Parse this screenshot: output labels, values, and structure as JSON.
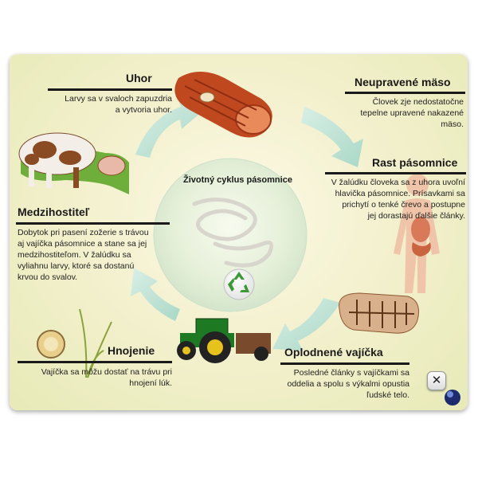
{
  "diagram": {
    "center_title": "Životný cyklus pásomnice",
    "stages": {
      "uhor": {
        "title": "Uhor",
        "text": [
          "Larvy sa v svaloch zapuzdria",
          "a vytvoria uhor."
        ]
      },
      "neupravene": {
        "title": "Neupravené mäso",
        "text": [
          "Človek zje nedostatočne",
          "tepelne upravené nakazené",
          "mäso."
        ]
      },
      "rast": {
        "title": "Rast pásomnice",
        "text": [
          "V žalúdku človeka sa z uhora uvoľní",
          "hlavička pásomnice. Prísavkami sa",
          "prichytí o tenké črevo a postupne",
          "jej dorastajú ďalšie články."
        ]
      },
      "oplodnene": {
        "title": "Oplodnené vajíčka",
        "text": [
          "Posledné články s vajíčkami sa",
          "oddelia a spolu s výkalmi opustia",
          "ľudské telo."
        ]
      },
      "hnojenie": {
        "title": "Hnojenie",
        "text": [
          "Vajíčka sa môžu dostať na trávu pri",
          "hnojení lúk."
        ]
      },
      "medzihostitel": {
        "title": "Medzihostiteľ",
        "text": [
          "Dobytok pri pasení zožerie s trávou",
          "aj vajíčka pásomnice a stane sa jej",
          "medzihostiteľom. V žalúdku sa",
          "vyliahnu larvy, ktoré sa dostanú",
          "krvou do svalov."
        ]
      }
    },
    "close_symbol": "✕",
    "icons": [
      "recycle-icon",
      "close-icon",
      "meat-icon",
      "cow-icon",
      "tractor-icon",
      "human-body-icon",
      "tapeworm-icon",
      "eggs-icon",
      "grass-icon",
      "globe-icon"
    ],
    "colors": {
      "arrow": "#bfe3d5",
      "center_disc": "#e6f2d8",
      "recycle": "#3b9a34"
    }
  }
}
